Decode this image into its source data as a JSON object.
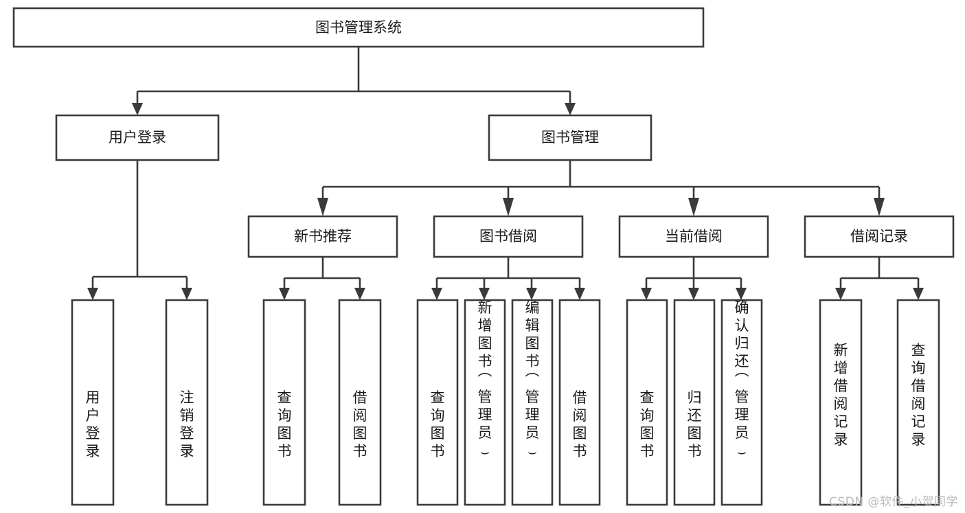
{
  "diagram": {
    "type": "tree",
    "title": "图书管理系统",
    "root": {
      "id": "root",
      "label": "图书管理系统"
    },
    "level2": [
      {
        "id": "user-login",
        "label": "用户登录"
      },
      {
        "id": "book-management",
        "label": "图书管理"
      }
    ],
    "level3": [
      {
        "id": "new-book-recommend",
        "label": "新书推荐",
        "parent": "book-management"
      },
      {
        "id": "book-borrow",
        "label": "图书借阅",
        "parent": "book-management"
      },
      {
        "id": "current-borrow",
        "label": "当前借阅",
        "parent": "book-management"
      },
      {
        "id": "borrow-record",
        "label": "借阅记录",
        "parent": "book-management"
      }
    ],
    "leaves": {
      "user_login": [
        {
          "id": "leaf-user-login",
          "label": "用户登录"
        },
        {
          "id": "leaf-logout-login",
          "label": "注销登录"
        }
      ],
      "new_book_recommend": [
        {
          "id": "leaf-query-book-1",
          "label": "查询图书"
        },
        {
          "id": "leaf-borrow-book-1",
          "label": "借阅图书"
        }
      ],
      "book_borrow": [
        {
          "id": "leaf-query-book-2",
          "label": "查询图书"
        },
        {
          "id": "leaf-add-book",
          "label": "新增图书（管理员）"
        },
        {
          "id": "leaf-edit-book",
          "label": "编辑图书（管理员）"
        },
        {
          "id": "leaf-borrow-book-2",
          "label": "借阅图书"
        }
      ],
      "current_borrow": [
        {
          "id": "leaf-query-book-3",
          "label": "查询图书"
        },
        {
          "id": "leaf-return-book",
          "label": "归还图书"
        },
        {
          "id": "leaf-confirm-return",
          "label": "确认归还（管理员）"
        }
      ],
      "borrow_record": [
        {
          "id": "leaf-add-record",
          "label": "新增借阅记录"
        },
        {
          "id": "leaf-query-record",
          "label": "查询借阅记录"
        }
      ]
    }
  },
  "watermark": {
    "text": "CSDN @软件_小贺同学"
  },
  "colors": {
    "box_stroke": "#3a3a3a",
    "box_fill": "#ffffff",
    "text": "#1a1a1a",
    "background": "#ffffff",
    "watermark": "#b9b9b9"
  }
}
